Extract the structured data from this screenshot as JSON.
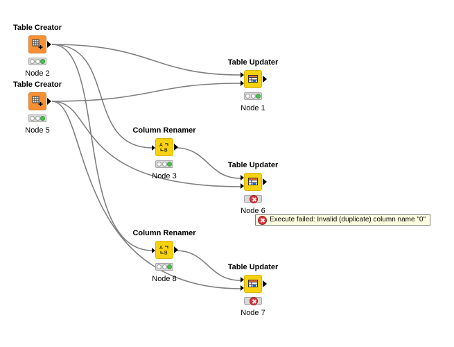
{
  "nodes": {
    "table_creator_2": {
      "title": "Table Creator",
      "label": "Node 2",
      "status": "executed"
    },
    "table_creator_5": {
      "title": "Table Creator",
      "label": "Node 5",
      "status": "executed"
    },
    "table_updater_1": {
      "title": "Table Updater",
      "label": "Node 1",
      "status": "executed"
    },
    "column_renamer_3": {
      "title": "Column Renamer",
      "label": "Node 3",
      "status": "executed"
    },
    "table_updater_6": {
      "title": "Table Updater",
      "label": "Node 6",
      "status": "error"
    },
    "column_renamer_8": {
      "title": "Column Renamer",
      "label": "Node 8",
      "status": "executed"
    },
    "table_updater_7": {
      "title": "Table Updater",
      "label": "Node 7",
      "status": "error"
    }
  },
  "tooltip": {
    "text": "Execute failed: Invalid (duplicate) column name \"0\""
  },
  "colors": {
    "source_node": "#f59034",
    "manipulator_node": "#f8d20e",
    "connection": "#7f7f7f",
    "ok_light": "#4cc04c",
    "error": "#d9383d",
    "tooltip_bg": "#ffffe1"
  },
  "icons": {
    "table_creator": "table-grid-plus-icon",
    "column_renamer": "rename-ab-icon",
    "table_updater": "table-update-icon"
  }
}
